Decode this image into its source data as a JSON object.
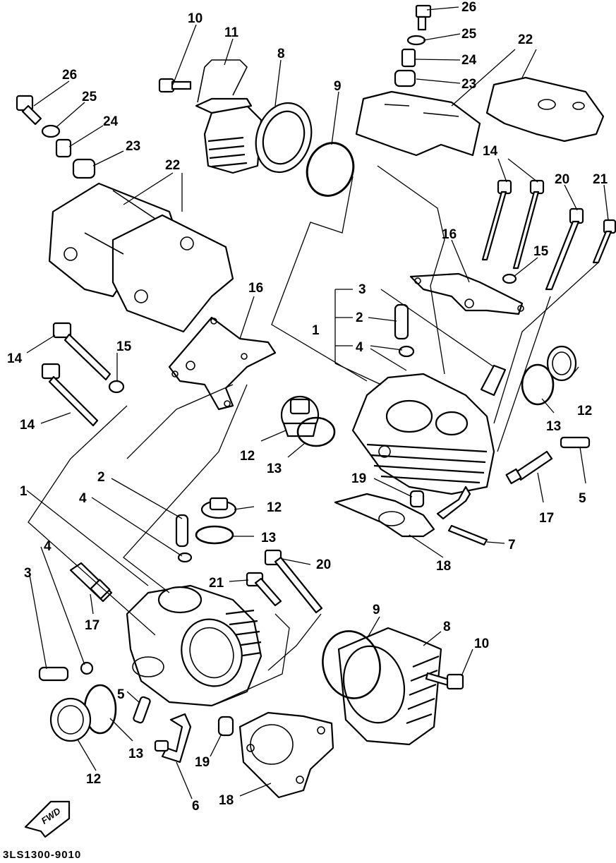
{
  "diagram": {
    "code": "3LS1300-9010",
    "fwd_label": "FWD",
    "callouts": {
      "c1": "1",
      "c2": "2",
      "c3": "3",
      "c4": "4",
      "c5": "5",
      "c6": "6",
      "c7": "7",
      "c8": "8",
      "c9": "9",
      "c10": "10",
      "c11": "11",
      "c12": "12",
      "c13": "13",
      "c14": "14",
      "c15": "15",
      "c16": "16",
      "c17": "17",
      "c18": "18",
      "c19": "19",
      "c20": "20",
      "c21": "21",
      "c22": "22",
      "c23": "23",
      "c24": "24",
      "c25": "25",
      "c26": "26"
    }
  }
}
